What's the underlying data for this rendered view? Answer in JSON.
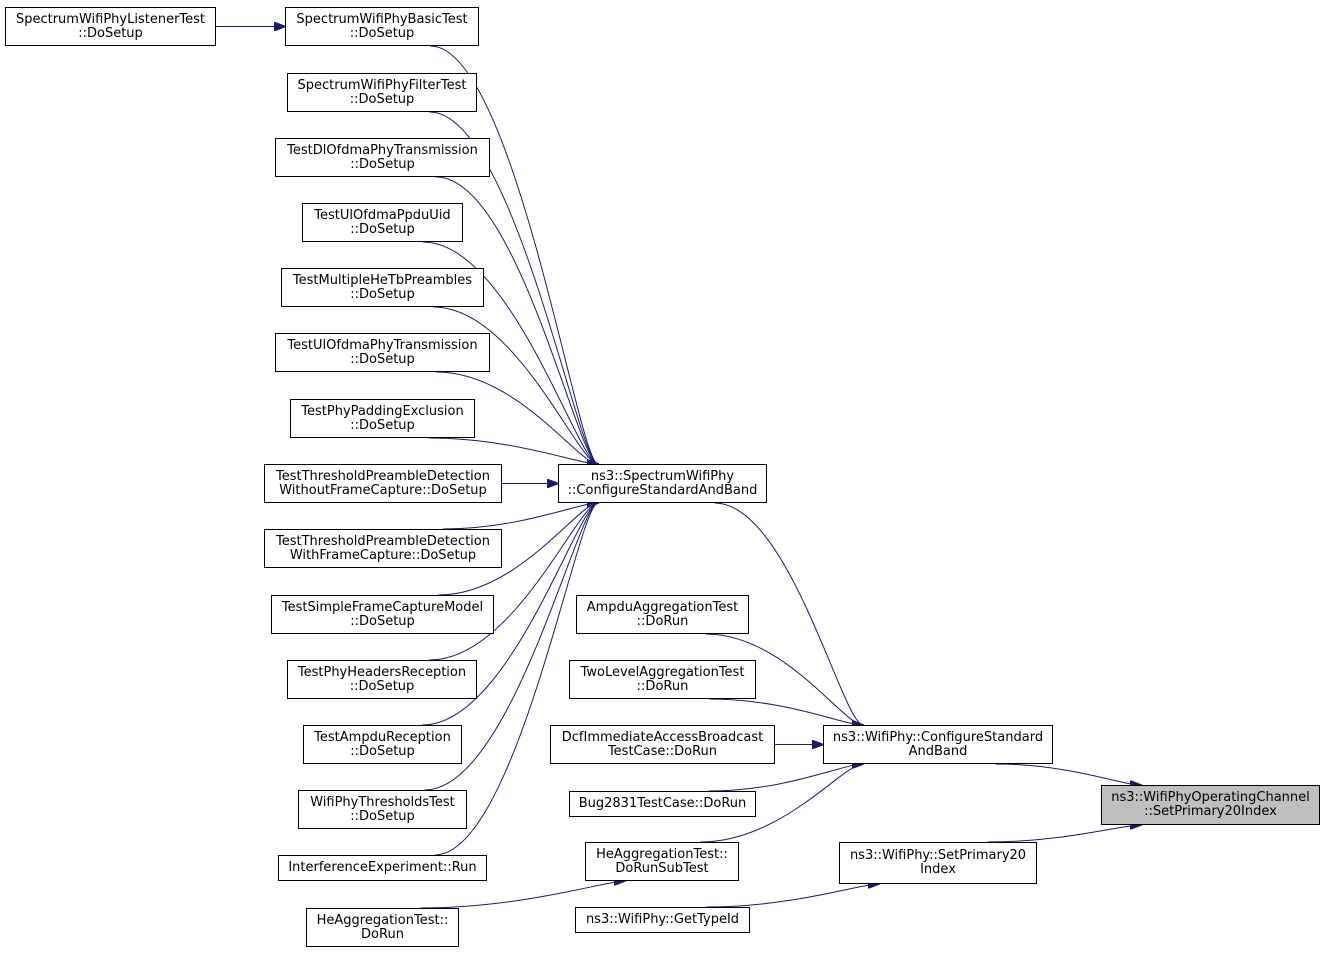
{
  "nodes": {
    "listener": [
      "SpectrumWifiPhyListenerTest",
      "::DoSetup"
    ],
    "basic": [
      "SpectrumWifiPhyBasicTest",
      "::DoSetup"
    ],
    "filter": [
      "SpectrumWifiPhyFilterTest",
      "::DoSetup"
    ],
    "dlofdma": [
      "TestDlOfdmaPhyTransmission",
      "::DoSetup"
    ],
    "ulppdu": [
      "TestUlOfdmaPpduUid",
      "::DoSetup"
    ],
    "multihe": [
      "TestMultipleHeTbPreambles",
      "::DoSetup"
    ],
    "ulofdma": [
      "TestUlOfdmaPhyTransmission",
      "::DoSetup"
    ],
    "padding": [
      "TestPhyPaddingExclusion",
      "::DoSetup"
    ],
    "threshwithout": [
      "TestThresholdPreambleDetection",
      "WithoutFrameCapture::DoSetup"
    ],
    "threshwith": [
      "TestThresholdPreambleDetection",
      "WithFrameCapture::DoSetup"
    ],
    "simplecap": [
      "TestSimpleFrameCaptureModel",
      "::DoSetup"
    ],
    "headers": [
      "TestPhyHeadersReception",
      "::DoSetup"
    ],
    "ampdurecep": [
      "TestAmpduReception",
      "::DoSetup"
    ],
    "thresholds": [
      "WifiPhyThresholdsTest",
      "::DoSetup"
    ],
    "interference": [
      "InterferenceExperiment::Run"
    ],
    "hedorun": [
      "HeAggregationTest::",
      "DoRun"
    ],
    "spectrumconf": [
      "ns3::SpectrumWifiPhy",
      "::ConfigureStandardAndBand"
    ],
    "ampduagg": [
      "AmpduAggregationTest",
      "::DoRun"
    ],
    "twolevel": [
      "TwoLevelAggregationTest",
      "::DoRun"
    ],
    "dcf": [
      "DcfImmediateAccessBroadcast",
      "TestCase::DoRun"
    ],
    "bug": [
      "Bug2831TestCase::DoRun"
    ],
    "hesub": [
      "HeAggregationTest::",
      "DoRunSubTest"
    ],
    "gettype": [
      "ns3::WifiPhy::GetTypeId"
    ],
    "wificonf": [
      "ns3::WifiPhy::ConfigureStandard",
      "AndBand"
    ],
    "setprim": [
      "ns3::WifiPhy::SetPrimary20",
      "Index"
    ],
    "target": [
      "ns3::WifiPhyOperatingChannel",
      "::SetPrimary20Index"
    ]
  },
  "edges": [
    [
      "listener",
      "basic"
    ],
    [
      "basic",
      "spectrumconf"
    ],
    [
      "filter",
      "spectrumconf"
    ],
    [
      "dlofdma",
      "spectrumconf"
    ],
    [
      "ulppdu",
      "spectrumconf"
    ],
    [
      "multihe",
      "spectrumconf"
    ],
    [
      "ulofdma",
      "spectrumconf"
    ],
    [
      "padding",
      "spectrumconf"
    ],
    [
      "threshwithout",
      "spectrumconf"
    ],
    [
      "threshwith",
      "spectrumconf"
    ],
    [
      "simplecap",
      "spectrumconf"
    ],
    [
      "headers",
      "spectrumconf"
    ],
    [
      "ampdurecep",
      "spectrumconf"
    ],
    [
      "thresholds",
      "spectrumconf"
    ],
    [
      "interference",
      "spectrumconf"
    ],
    [
      "spectrumconf",
      "wificonf"
    ],
    [
      "ampduagg",
      "wificonf"
    ],
    [
      "twolevel",
      "wificonf"
    ],
    [
      "dcf",
      "wificonf"
    ],
    [
      "bug",
      "wificonf"
    ],
    [
      "hesub",
      "wificonf"
    ],
    [
      "hedorun",
      "hesub"
    ],
    [
      "gettype",
      "setprim"
    ],
    [
      "wificonf",
      "target"
    ],
    [
      "setprim",
      "target"
    ]
  ],
  "colors": {
    "edge": "#191970",
    "target_fill": "#bfbfbf",
    "border": "#000000"
  }
}
